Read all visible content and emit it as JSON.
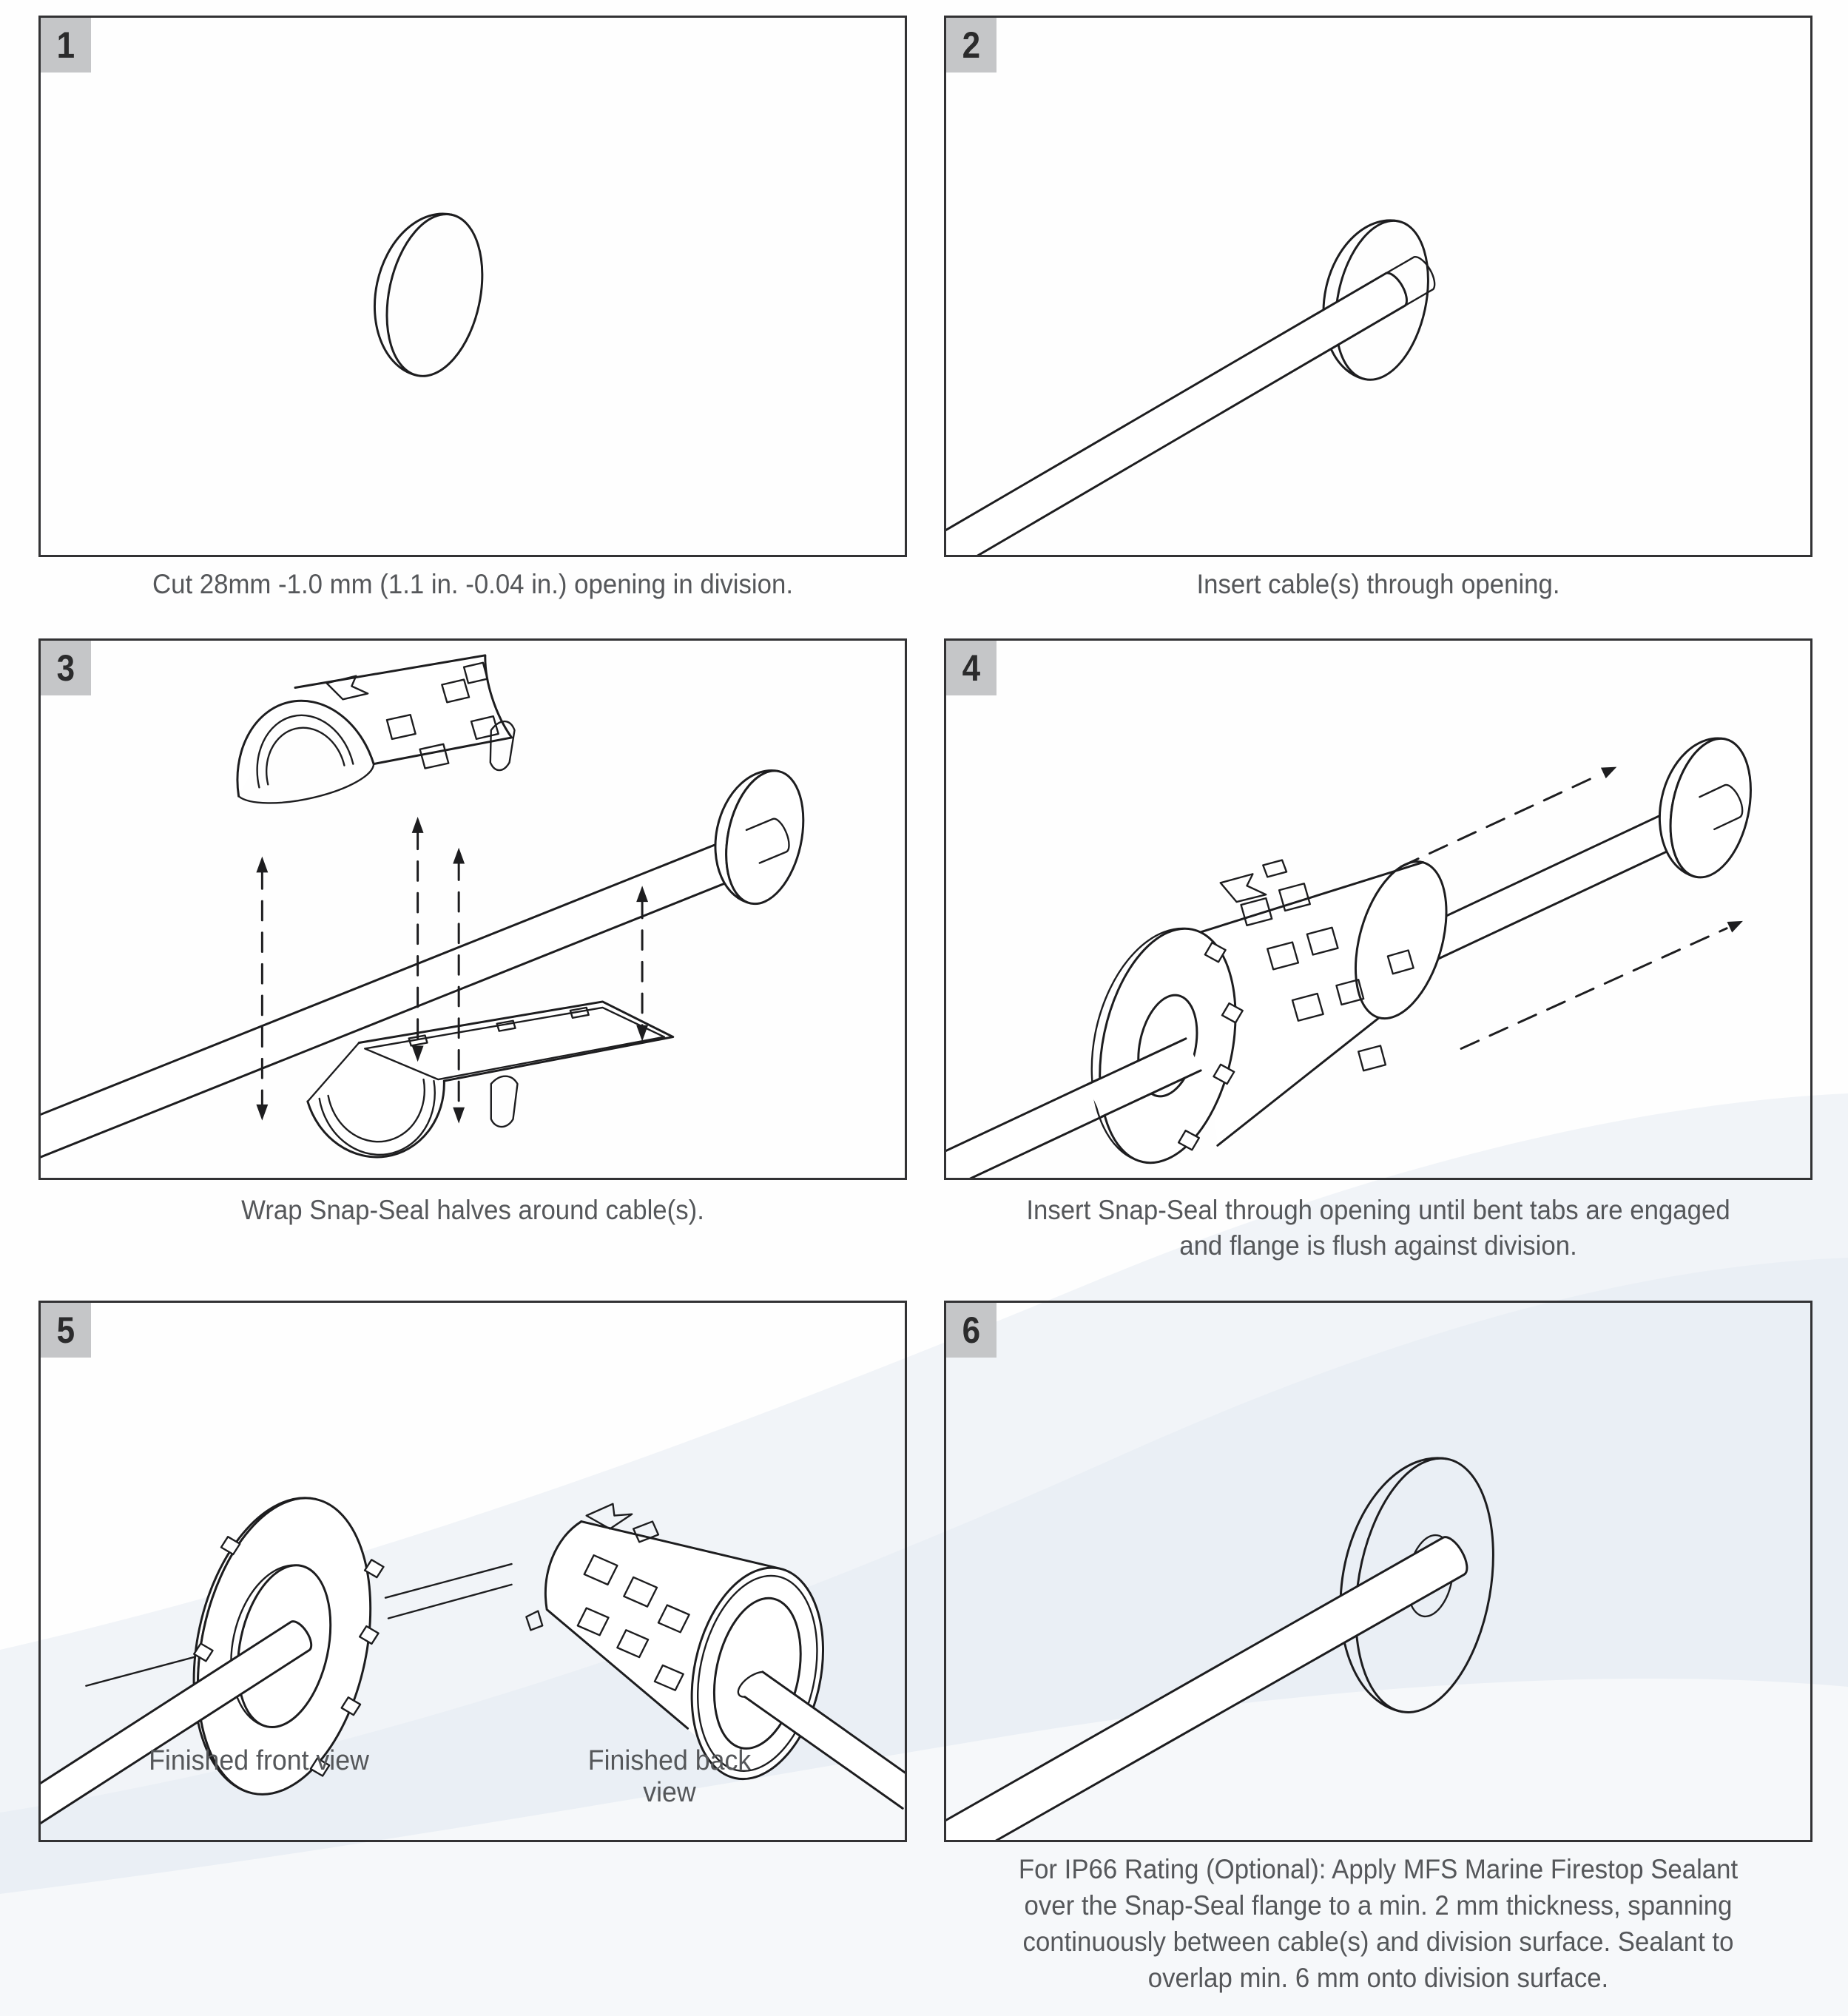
{
  "panels": [
    {
      "number": "1",
      "caption": "Cut 28mm -1.0 mm (1.1 in. -0.04 in.) opening in division."
    },
    {
      "number": "2",
      "caption": "Insert cable(s) through opening."
    },
    {
      "number": "3",
      "caption": "Wrap Snap-Seal halves around cable(s)."
    },
    {
      "number": "4",
      "caption": "Insert Snap-Seal through opening until bent tabs are engaged\nand flange is flush against division."
    },
    {
      "number": "5",
      "front_label": "Finished front view",
      "back_label": "Finished back view"
    },
    {
      "number": "6",
      "caption": "For IP66 Rating (Optional): Apply MFS Marine Firestop Sealant\nover the Snap-Seal flange to a min. 2 mm thickness, spanning\ncontinuously between cable(s) and division surface. Sealant to\noverlap min. 6 mm onto division surface."
    }
  ],
  "colors": {
    "badge_bg": "#c5c6c8",
    "badge_text": "#2b2b2c",
    "panel_border": "#323234",
    "caption_text": "#55575a",
    "line": "#1d1d1f",
    "paper": "#ffffff",
    "wave_1": "#f1f4f8",
    "wave_2": "#e9eef4",
    "wave_3": "#f6f8fa"
  }
}
